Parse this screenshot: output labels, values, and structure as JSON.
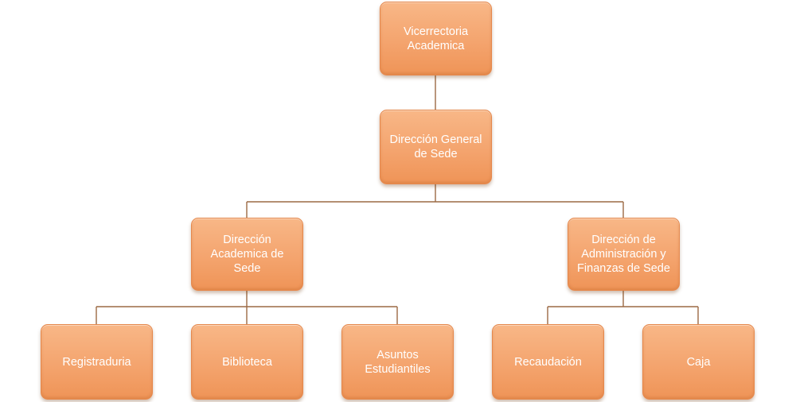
{
  "diagram": {
    "nodes": {
      "vicerrectoria": "Vicerrectoria\nAcademica",
      "direccion_general": "Dirección General\nde Sede",
      "direccion_academica": "Dirección\nAcademica de\nSede",
      "direccion_administracion": "Dirección de\nAdministración y\nFinanzas de Sede",
      "registraduria": "Registraduria",
      "biblioteca": "Biblioteca",
      "asuntos_estudiantiles": "Asuntos\nEstudiantiles",
      "recaudacion": "Recaudación",
      "caja": "Caja"
    },
    "edges": [
      [
        "vicerrectoria",
        "direccion_general"
      ],
      [
        "direccion_general",
        "direccion_academica"
      ],
      [
        "direccion_general",
        "direccion_administracion"
      ],
      [
        "direccion_academica",
        "registraduria"
      ],
      [
        "direccion_academica",
        "biblioteca"
      ],
      [
        "direccion_academica",
        "asuntos_estudiantiles"
      ],
      [
        "direccion_administracion",
        "recaudacion"
      ],
      [
        "direccion_administracion",
        "caja"
      ]
    ],
    "colors": {
      "node_fill": "#f4a46e",
      "node_border": "#e6884c",
      "node_text": "#ffffff",
      "connector": "#9c6a44"
    }
  }
}
